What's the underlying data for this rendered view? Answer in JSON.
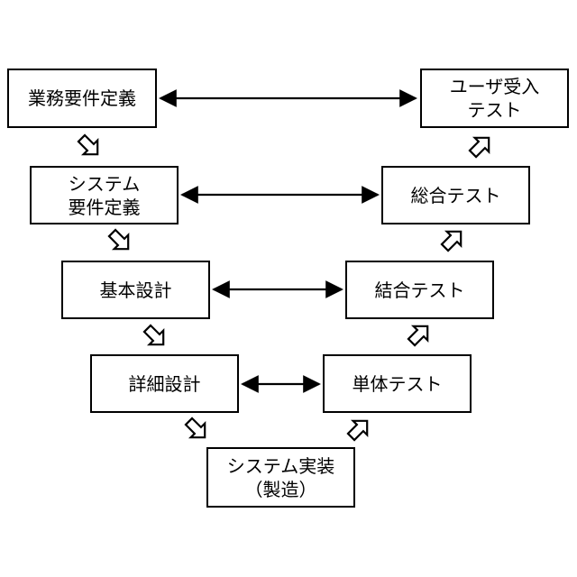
{
  "diagram": {
    "boxes": {
      "business_requirements": "業務要件定義",
      "system_requirements": "システム\n要件定義",
      "basic_design": "基本設計",
      "detailed_design": "詳細設計",
      "implementation": "システム実装\n（製造）",
      "unit_test": "単体テスト",
      "integration_test": "結合テスト",
      "system_test": "総合テスト",
      "acceptance_test": "ユーザ受入\nテスト"
    },
    "colors": {
      "line": "#000000",
      "fill": "#ffffff"
    }
  }
}
